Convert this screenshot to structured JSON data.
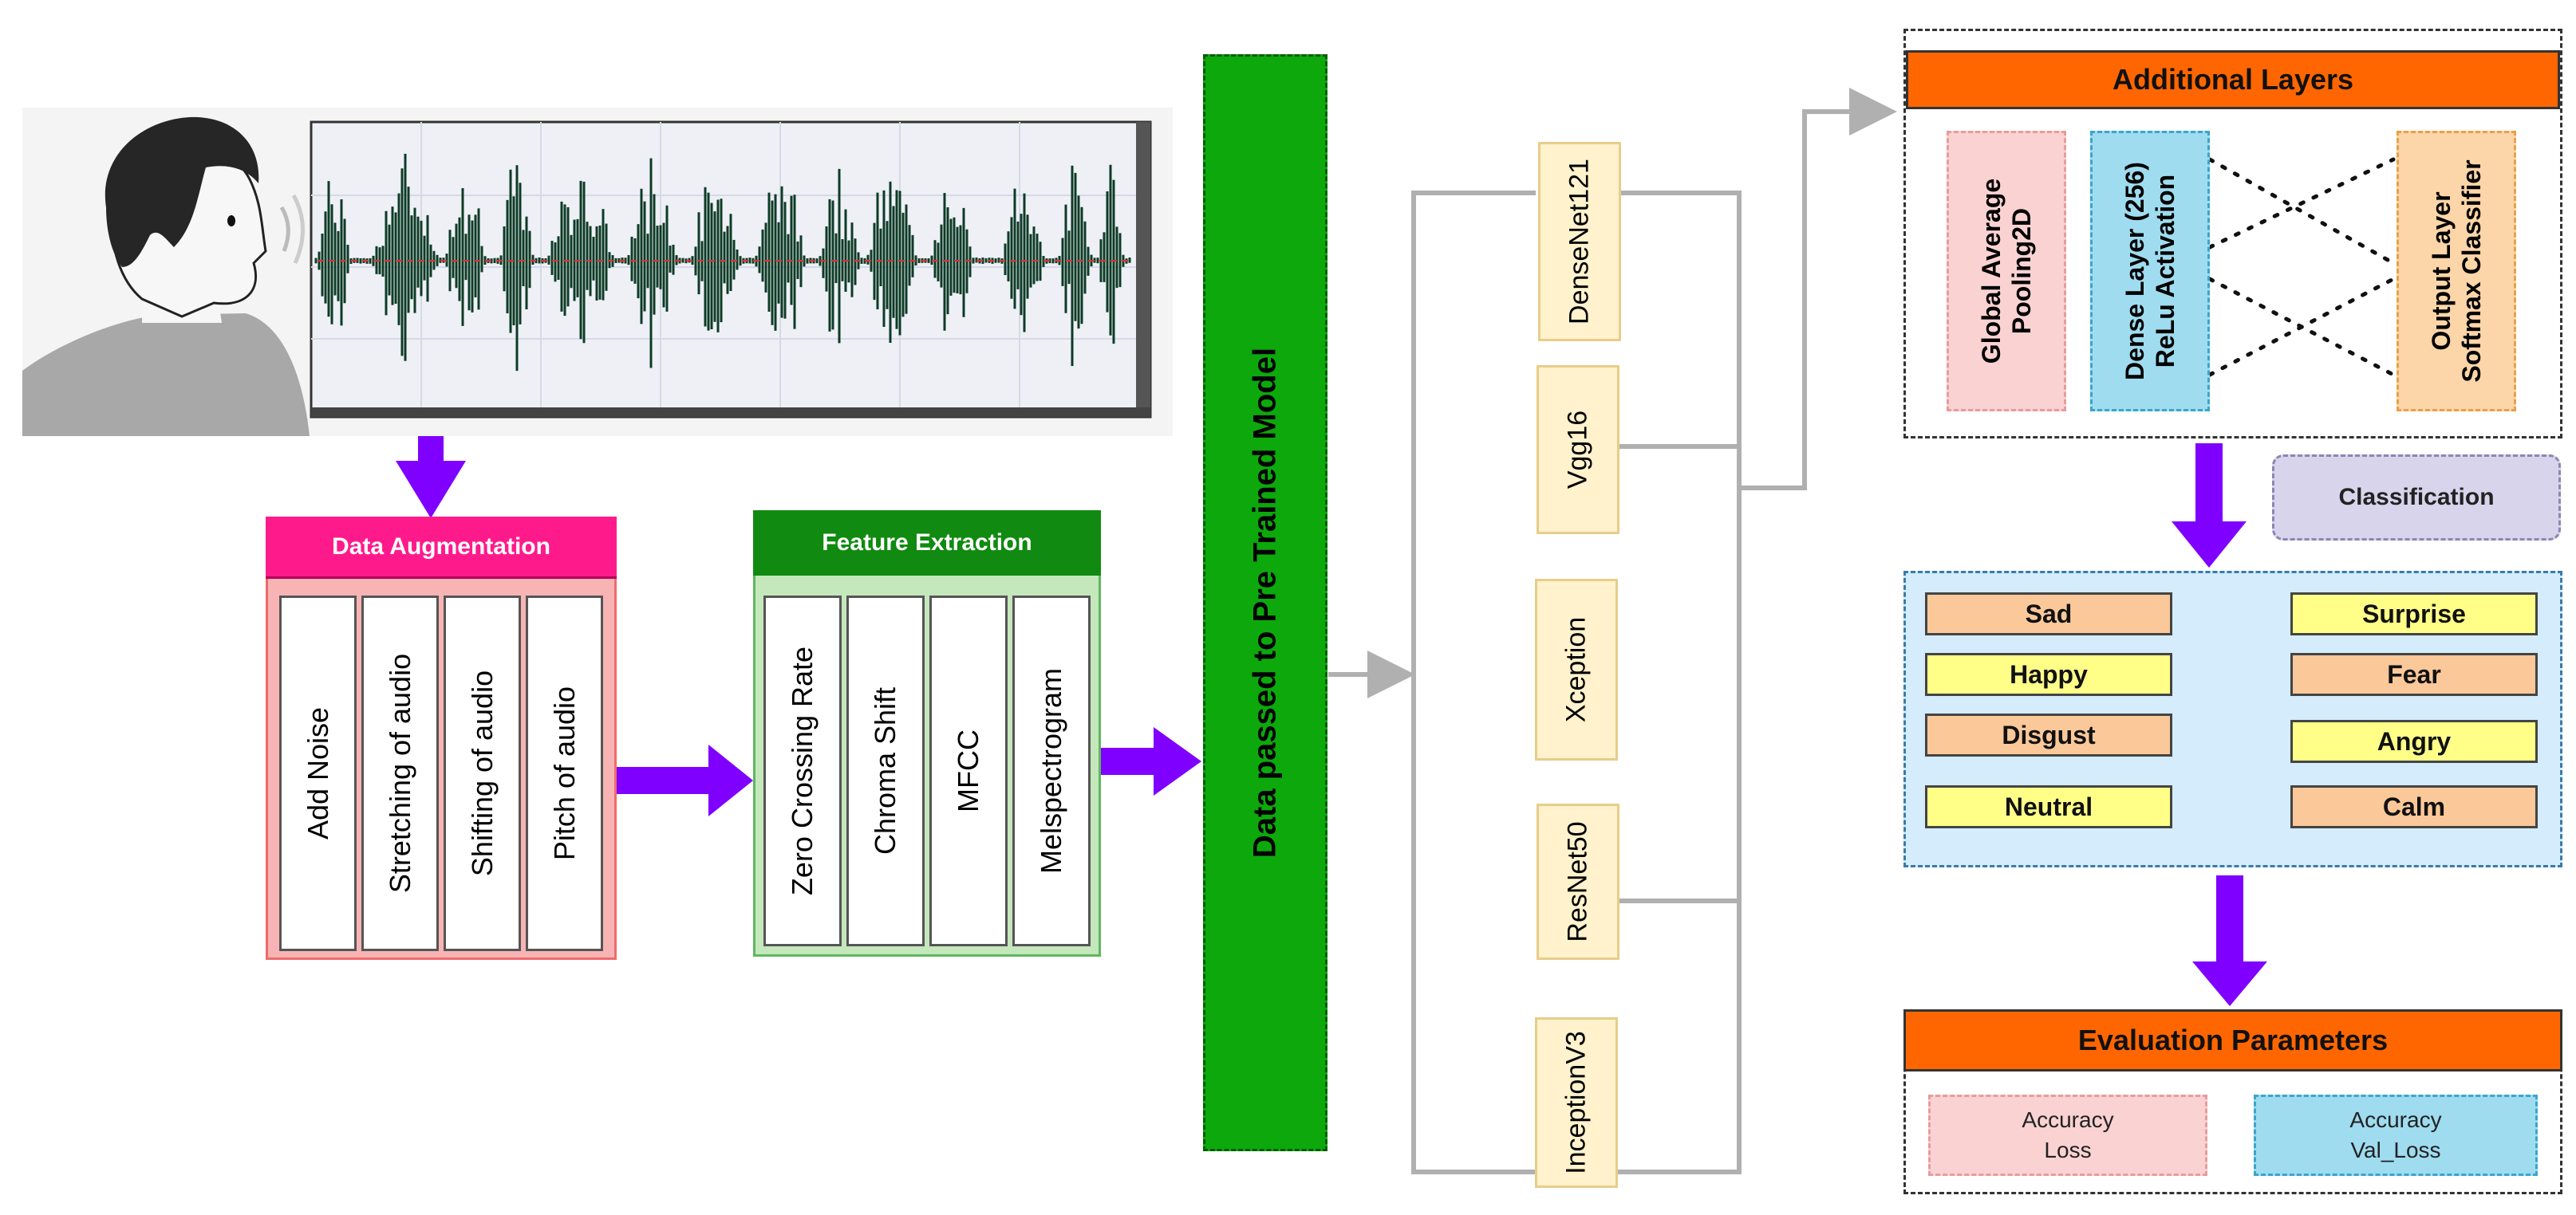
{
  "data_augmentation": {
    "title": "Data Augmentation",
    "items": [
      "Add Noise",
      "Stretching of audio",
      "Shifting of audio",
      "Pitch of audio"
    ]
  },
  "feature_extraction": {
    "title": "Feature Extraction",
    "items": [
      "Zero Crossing Rate",
      "Chroma Shift",
      "MFCC",
      "Melspectrogram"
    ]
  },
  "pretrained_label": "Data passed to Pre Trained Model",
  "models": [
    "DenseNet121",
    "Vgg16",
    "Xception",
    "ResNet50",
    "InceptionV3"
  ],
  "additional_layers": {
    "title": "Additional Layers",
    "gap": [
      "Global Average",
      "Pooling2D"
    ],
    "dense": [
      "Dense Layer (256)",
      "ReLu Activation"
    ],
    "output": [
      "Output Layer",
      "Softmax Classifier"
    ]
  },
  "classification_label": "Classification",
  "emotions": {
    "left": [
      "Sad",
      "Happy",
      "Disgust",
      "Neutral"
    ],
    "right": [
      "Surprise",
      "Fear",
      "Angry",
      "Calm"
    ]
  },
  "evaluation": {
    "title": "Evaluation Parameters",
    "left": [
      "Accuracy",
      "Loss"
    ],
    "right": [
      "Accuracy",
      "Val_Loss"
    ]
  },
  "colors": {
    "purple_arrow": "#7f00ff",
    "pink_header": "#ff1a8c",
    "green_header": "#108a10",
    "green_bar": "#0ca80c",
    "orange_header": "#ff6600",
    "model_fill": "#fff2cc",
    "emotion_orange": "#fbc89a",
    "emotion_yellow": "#ffff88",
    "panel_blue": "#d4ecfb"
  }
}
